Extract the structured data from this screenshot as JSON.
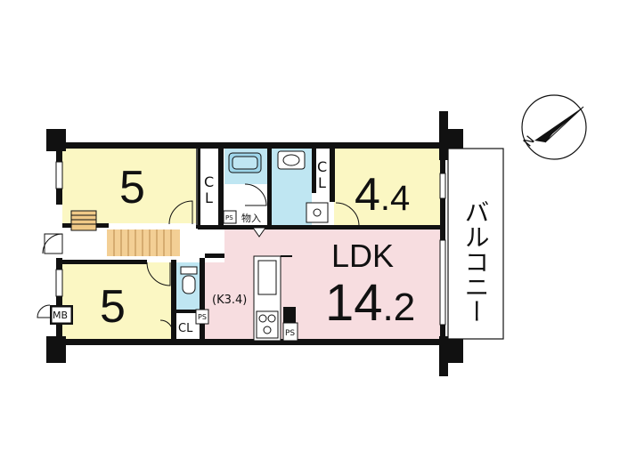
{
  "rooms": {
    "western_top": {
      "size": "5"
    },
    "western_bottom": {
      "size": "5"
    },
    "western_right": {
      "size_int": "4",
      "size_dec": ".4"
    },
    "ldk": {
      "label": "LDK",
      "size_int": "14",
      "size_dec": ".2"
    }
  },
  "labels": {
    "closet_top_c": "C",
    "closet_top_l": "L",
    "closet_right_c": "C",
    "closet_right_l": "L",
    "closet_bottom": "CL",
    "storage": "物入",
    "kitchen": "(K3.4)",
    "ps_top": "PS",
    "ps_mid": "PS",
    "ps_kitchen": "PS",
    "mb": "MB",
    "balcony": "バルコニー"
  },
  "compass": {
    "north": "N",
    "icon": "compass-north-arrow-icon"
  },
  "colors": {
    "room_yellow": "#fbf7c3",
    "ldk_pink": "#f7dde0",
    "wet_blue": "#bfe6f2",
    "wall": "#111111"
  }
}
